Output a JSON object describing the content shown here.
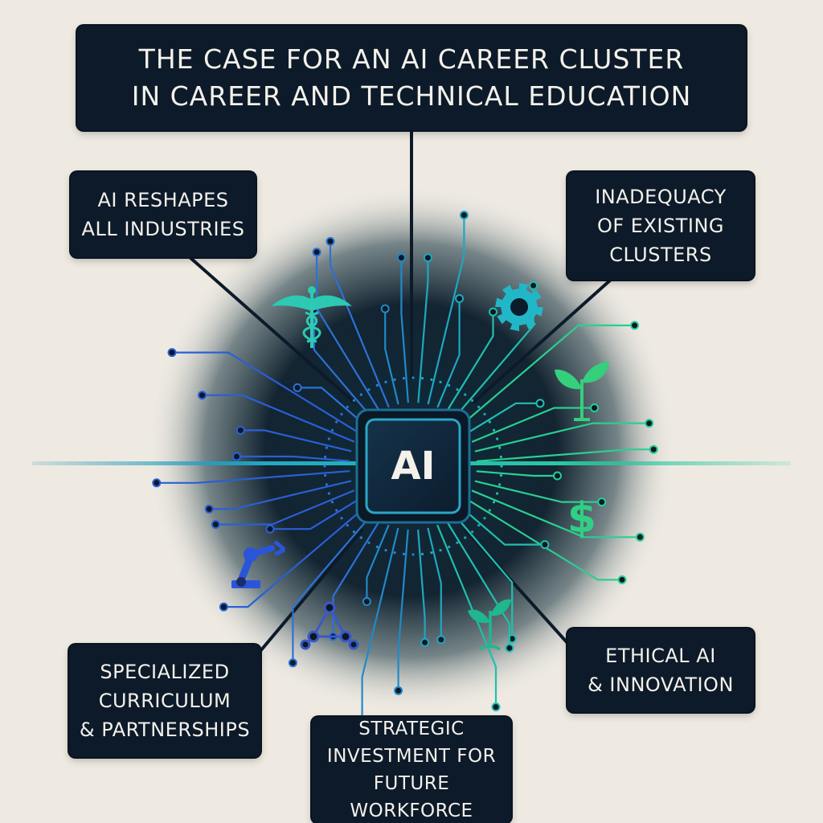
{
  "title": {
    "line1": "THE CASE FOR AN AI CAREER CLUSTER",
    "line2": "IN CAREER AND TECHNICAL EDUCATION"
  },
  "chip": {
    "label": "AI"
  },
  "labels": {
    "top_left": {
      "line1": "AI RESHAPES",
      "line2": "ALL INDUSTRIES"
    },
    "top_right": {
      "line1": "INADEQUACY",
      "line2": "OF EXISTING",
      "line3": "CLUSTERS"
    },
    "bottom_left": {
      "line1": "SPECIALIZED",
      "line2": "CURRICULUM",
      "line3": "& PARTNERSHIPS"
    },
    "bottom_right": {
      "line1": "ETHICAL AI",
      "line2": "& INNOVATION"
    },
    "bottom_center": {
      "line1": "STRATEGIC",
      "line2": "INVESTMENT FOR",
      "line3": "FUTURE WORKFORCE"
    }
  },
  "icons": [
    "caduceus-icon",
    "gear-icon",
    "plant-icon",
    "dollar-icon",
    "robot-arm-icon",
    "network-icon",
    "sprout-icon"
  ],
  "colors": {
    "background": "#eeeae2",
    "box": "#0d1a2a",
    "text": "#f3f1ea",
    "blue": "#2a5fd6",
    "teal": "#1fb5a8",
    "green": "#2fcf84"
  }
}
